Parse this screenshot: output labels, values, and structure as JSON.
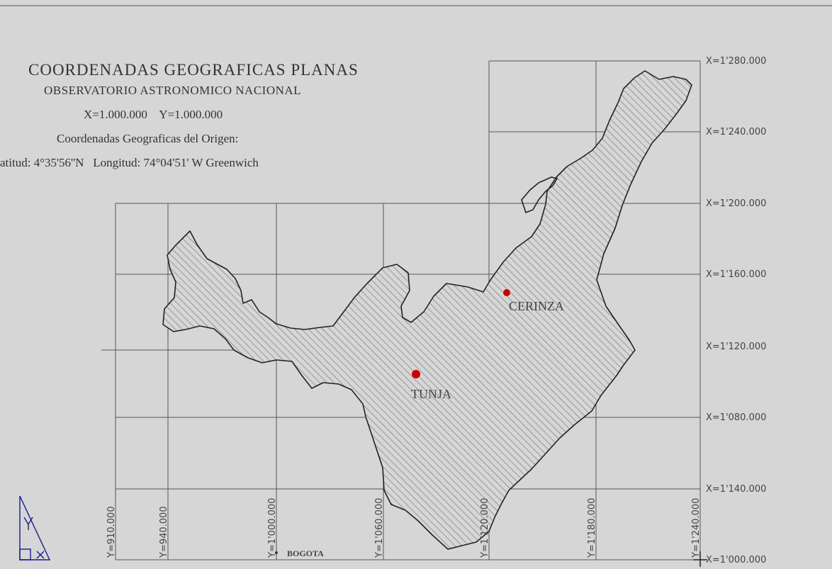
{
  "header": {
    "line1": "COORDENADAS GEOGRAFICAS PLANAS",
    "line2": "OBSERVATORIO ASTRONOMICO NACIONAL",
    "line3": "X=1.000.000    Y=1.000.000",
    "line4": "Coordenadas Geograficas del Origen:",
    "line5": "atitud: 4°35'56''N   Longitud: 74°04'51' W Greenwich"
  },
  "grid": {
    "x_labels": [
      "X=1'280.000",
      "X=1'240.000",
      "X=1'200.000",
      "X=1'160.000",
      "X=1'120.000",
      "X=1'080.000",
      "X=1'140.000",
      "X=1'000.000"
    ],
    "y_labels": [
      "Y=910.000",
      "Y=940.000",
      "Y=1'000.000",
      "Y=1'060.000",
      "Y=1'120.000",
      "Y=1'180.000",
      "Y=1'240.000"
    ]
  },
  "places": {
    "cerinza": "CERINZA",
    "tunja": "TUNJA",
    "bogota": "BOGOTA"
  },
  "colors": {
    "background": "#d6d6d6",
    "grid": "#555555",
    "outline": "#222222",
    "hatch": "#6e6e78",
    "city_dot": "#cc0000"
  }
}
